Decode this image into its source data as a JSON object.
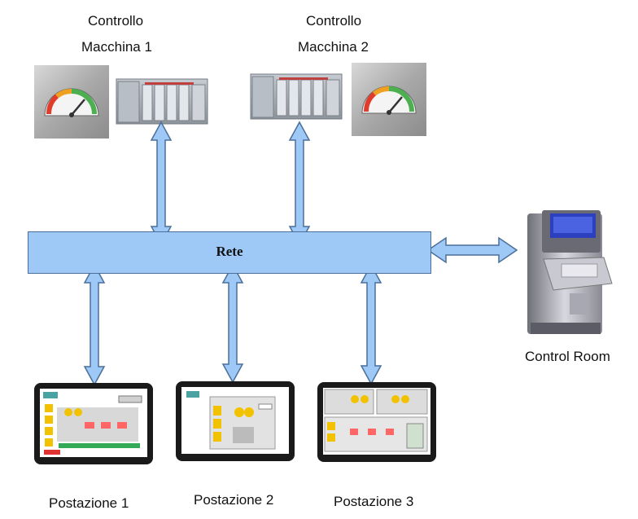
{
  "machines": [
    {
      "line1": "Controllo",
      "line2": "Macchina 1"
    },
    {
      "line1": "Controllo",
      "line2": "Macchina 2"
    }
  ],
  "network": {
    "label": "Rete"
  },
  "control_room": {
    "label": "Control Room"
  },
  "stations": [
    {
      "label": "Postazione 1"
    },
    {
      "label": "Postazione 2"
    },
    {
      "label": "Postazione 3"
    }
  ],
  "colors": {
    "network_fill": "#9ec9f7",
    "network_stroke": "#4a6f99",
    "arrow_fill": "#9ec9f7"
  }
}
